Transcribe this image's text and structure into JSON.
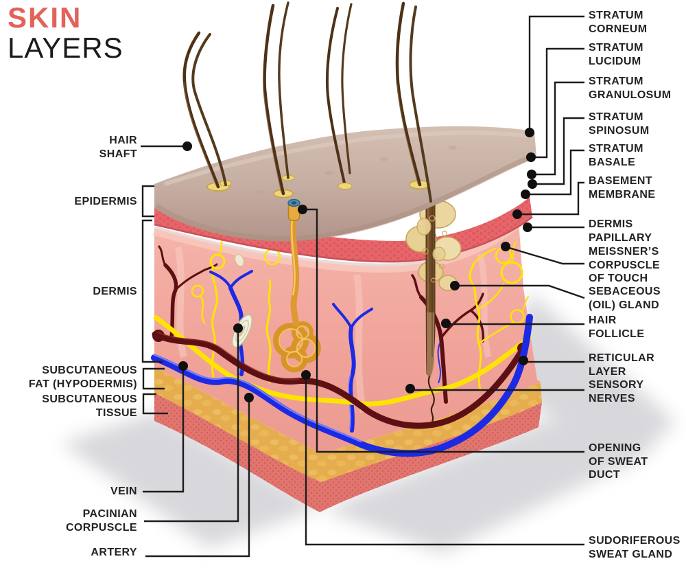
{
  "title": {
    "primary": "SKIN",
    "secondary": "LAYERS"
  },
  "labels": {
    "left": [
      {
        "id": "hair-shaft",
        "text": "HAIR\nSHAFT"
      },
      {
        "id": "epidermis",
        "text": "EPIDERMIS"
      },
      {
        "id": "dermis",
        "text": "DERMIS"
      },
      {
        "id": "subcutaneous-fat",
        "text": "SUBCUTANEOUS\nFAT (HYPODERMIS)"
      },
      {
        "id": "subcutaneous-tissue",
        "text": "SUBCUTANEOUS\nTISSUE"
      },
      {
        "id": "vein",
        "text": "VEIN"
      },
      {
        "id": "pacinian-corpuscle",
        "text": "PACINIAN\nCORPUSCLE"
      },
      {
        "id": "artery",
        "text": "ARTERY"
      }
    ],
    "right": [
      {
        "id": "stratum-corneum",
        "text": "STRATUM\nCORNEUM"
      },
      {
        "id": "stratum-lucidum",
        "text": "STRATUM\nLUCIDUM"
      },
      {
        "id": "stratum-granulosum",
        "text": "STRATUM\nGRANULOSUM"
      },
      {
        "id": "stratum-spinosum",
        "text": "STRATUM\nSPINOSUM"
      },
      {
        "id": "stratum-basale",
        "text": "STRATUM\nBASALE"
      },
      {
        "id": "basement-membrane",
        "text": "BASEMENT\nMEMBRANE"
      },
      {
        "id": "dermis-papillary",
        "text": "DERMIS\nPAPILLARY"
      },
      {
        "id": "meissners-corpuscle",
        "text": "MEISSNER’S\nCORPUSCLE\nOF TOUCH"
      },
      {
        "id": "sebaceous-gland",
        "text": "SEBACEOUS\n(OIL) GLAND"
      },
      {
        "id": "hair-follicle",
        "text": "HAIR\nFOLLICLE"
      },
      {
        "id": "reticular-layer",
        "text": "RETICULAR\nLAYER"
      },
      {
        "id": "sensory-nerves",
        "text": "SENSORY\nNERVES"
      },
      {
        "id": "opening-of-sweat-duct",
        "text": "OPENING\nOF SWEAT\nDUCT"
      },
      {
        "id": "sudoriferous-sweat-gland",
        "text": "SUDORIFEROUS\nSWEAT GLAND"
      }
    ]
  },
  "palette": {
    "title_accent": "#e2635a",
    "title_secondary": "#1a1a1a",
    "label_text": "#232323",
    "connector_line": "#1c1c1c",
    "stratum_corneum_tan": "#c8b1a4",
    "epidermis_red": "#e8666a",
    "dermis_pink": "#f2a89f",
    "papillary_pink": "#f7c6bb",
    "fat_yellow": "#e5ad4e",
    "subcutaneous_red": "#e2766f",
    "artery_maroon": "#5d1013",
    "vein_blue": "#1c2ae4",
    "nerve_yellow": "#ffe400",
    "sweat_gland_orange": "#d89427",
    "sebaceous_cream": "#e9d49b",
    "hair_brown": "#4e3117",
    "shadow_gray": "#a9a9b2"
  }
}
